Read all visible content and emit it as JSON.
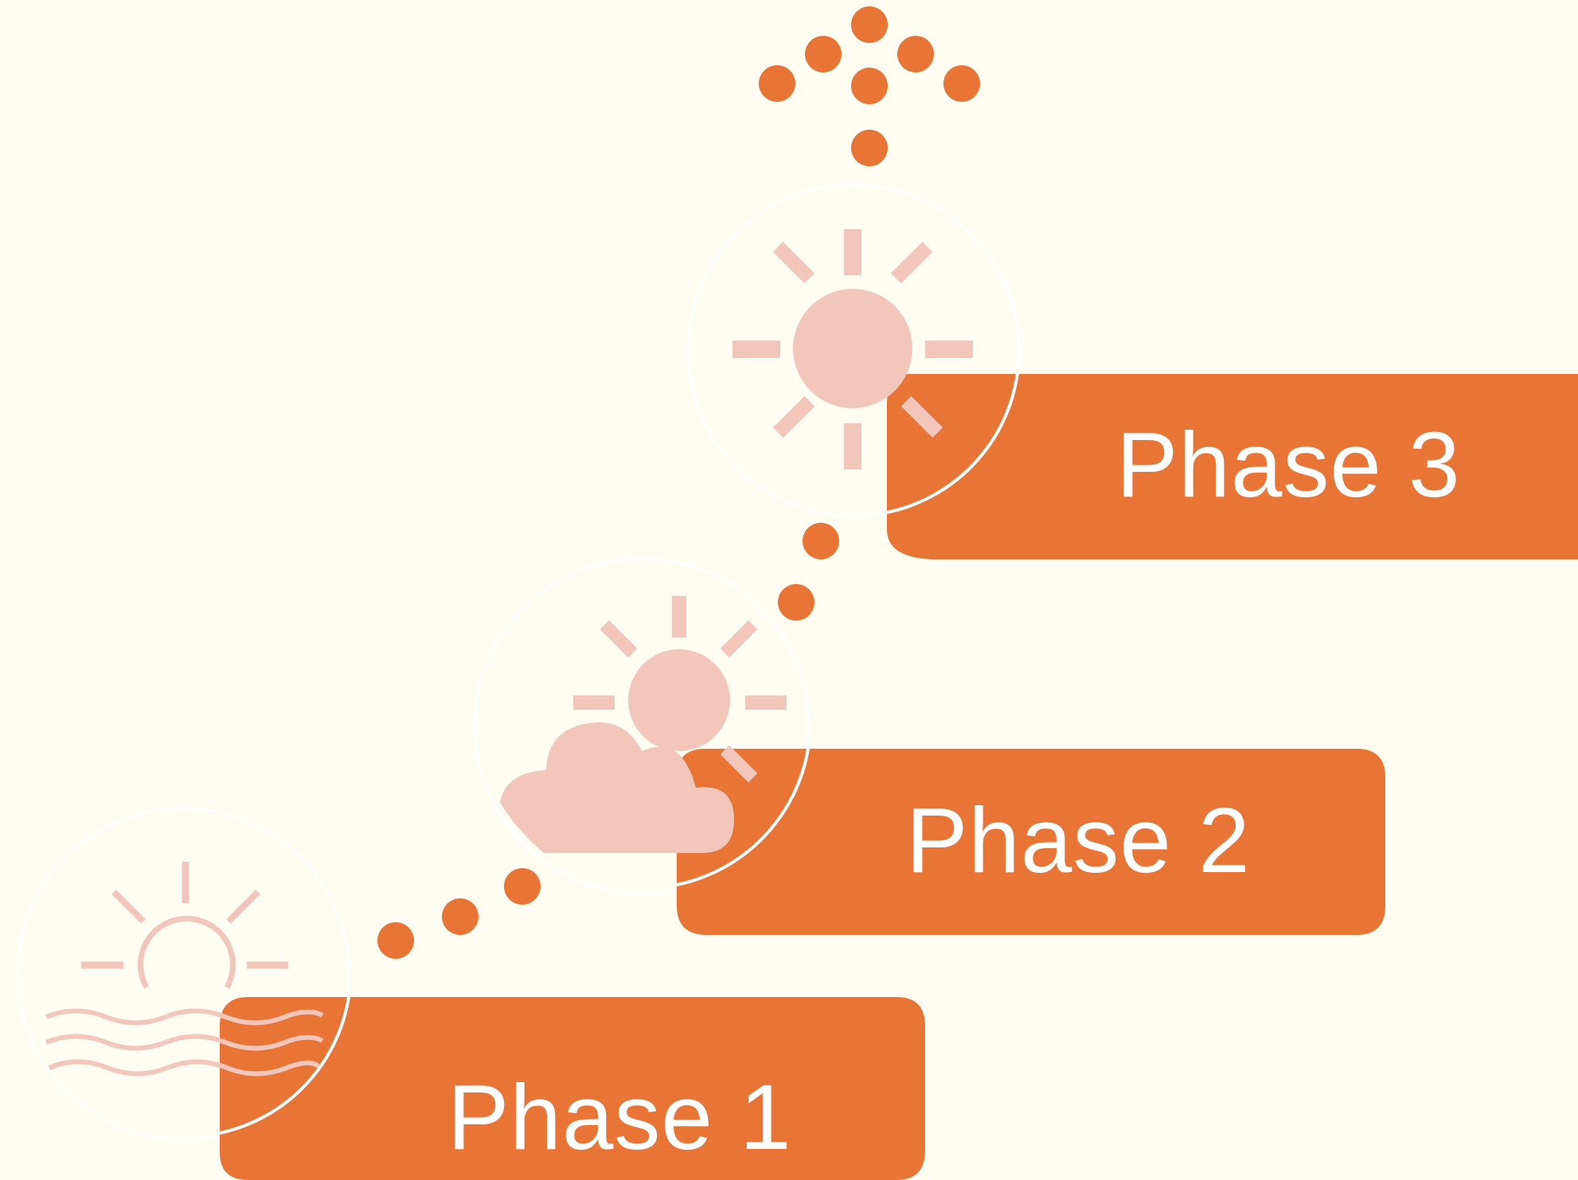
{
  "diagram": {
    "phases": [
      {
        "label": "Phase 1",
        "icon": "sunrise-over-water-icon"
      },
      {
        "label": "Phase 2",
        "icon": "sun-behind-cloud-icon"
      },
      {
        "label": "Phase 3",
        "icon": "full-sun-icon"
      }
    ],
    "connector": "dotted-path",
    "top_marker": "dotted-arrow-up-icon",
    "colors": {
      "background": "#FFFCF1",
      "phase_box": "#E87435",
      "dots": "#E87435",
      "icon": "#F3C6BB",
      "text": "#FFFFFF",
      "circle_outline": "#FFFFFF"
    }
  }
}
